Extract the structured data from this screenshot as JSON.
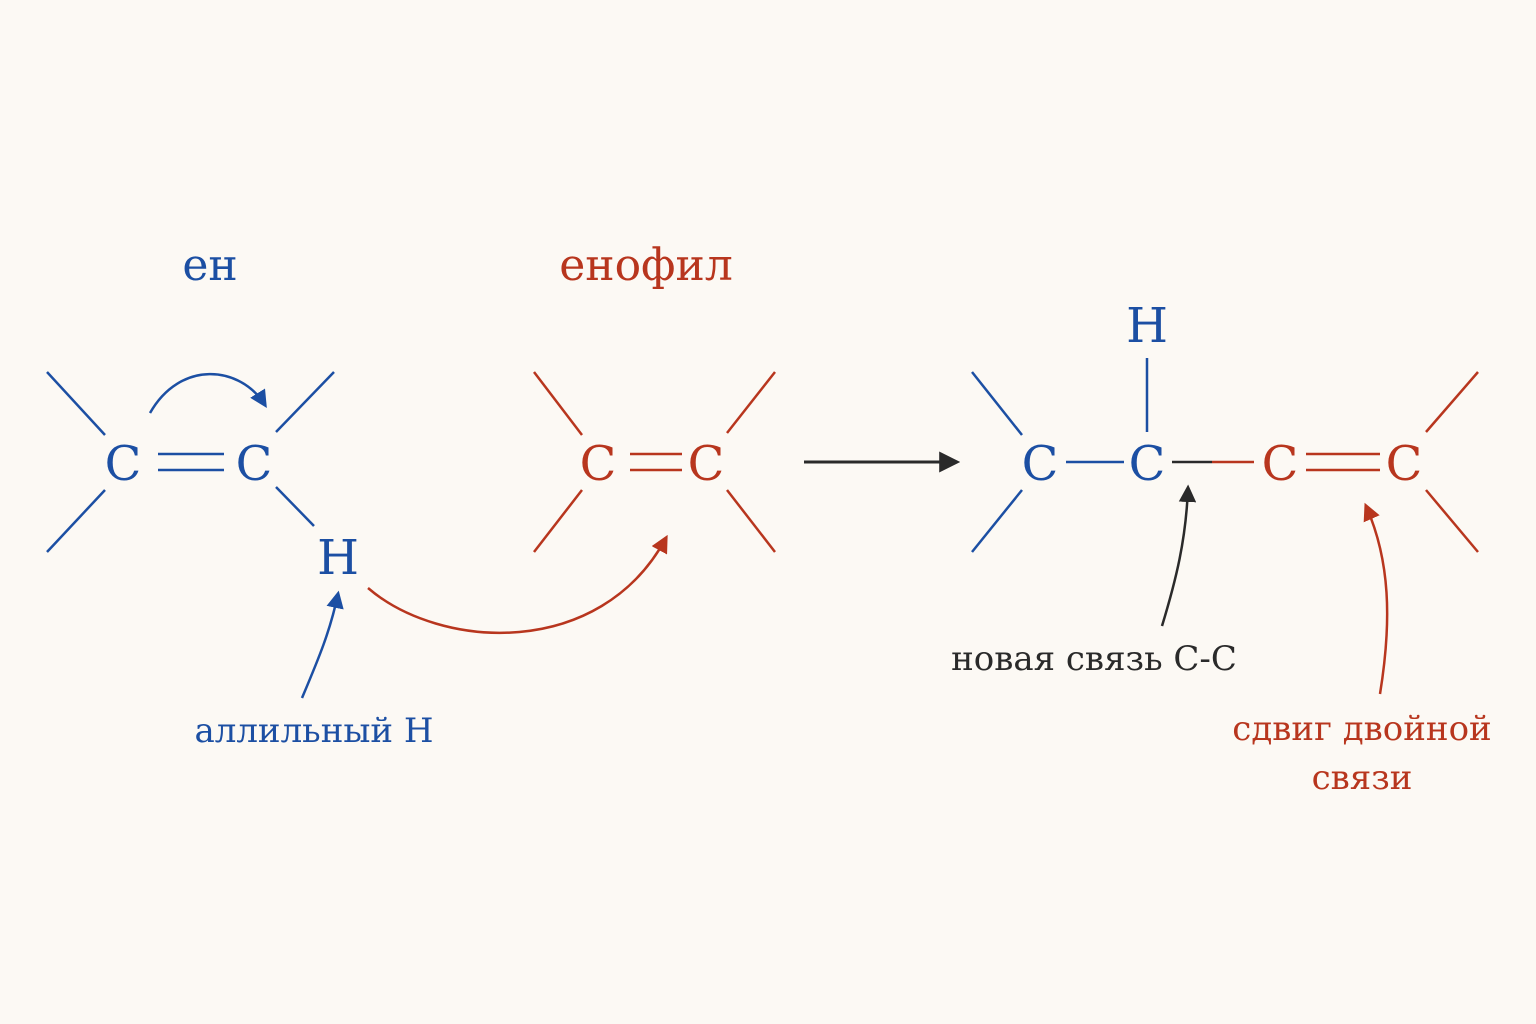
{
  "colors": {
    "ene": "#1c4fa3",
    "enophile": "#b8361e",
    "neutral": "#2a2a2a",
    "background": "#fcf9f4"
  },
  "ene": {
    "title": "ен",
    "atom_c1": "C",
    "atom_c2": "C",
    "atom_h": "H",
    "allylic_label": "аллильный H"
  },
  "enophile": {
    "title": "енофил",
    "atom_c1": "C",
    "atom_c2": "C"
  },
  "product": {
    "atom_c1": "C",
    "atom_c2": "C",
    "atom_c3": "C",
    "atom_c4": "C",
    "atom_h": "H",
    "new_bond_label": "новая связь C-C",
    "shift_label_line1": "сдвиг двойной",
    "shift_label_line2": "связи"
  }
}
